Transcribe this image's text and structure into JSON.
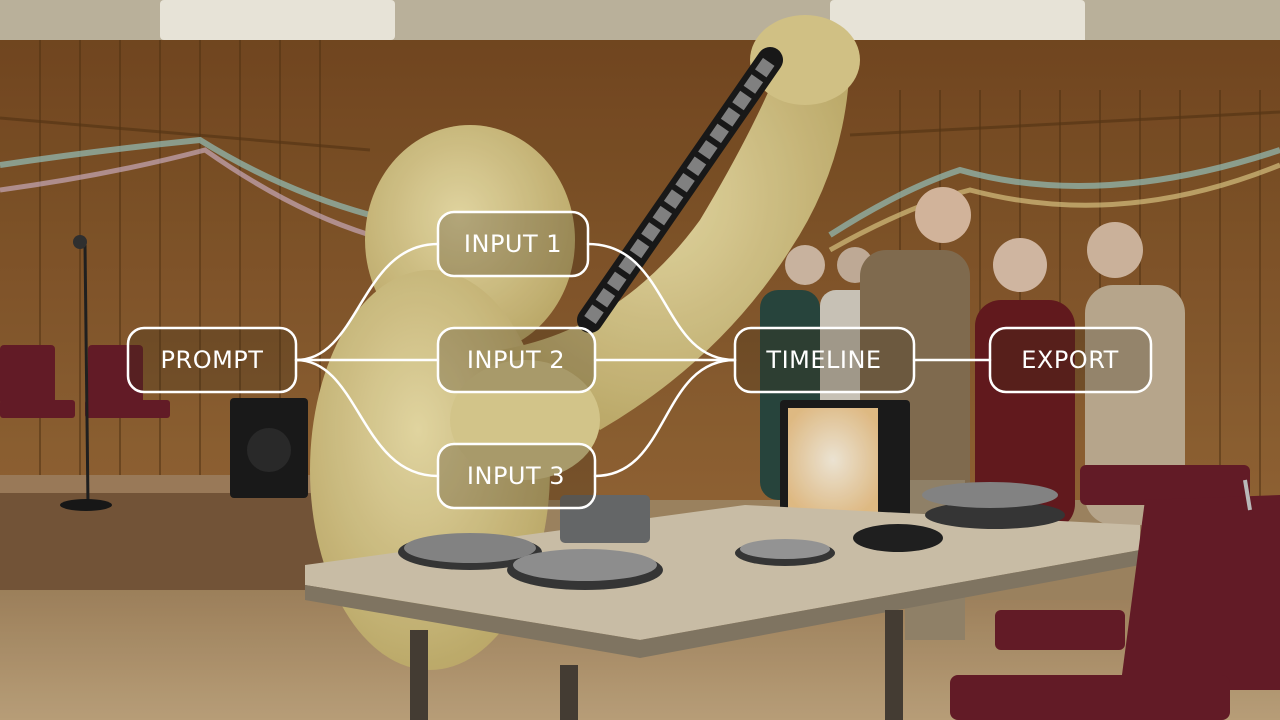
{
  "diagram": {
    "nodes": {
      "prompt": "PROMPT",
      "input1": "INPUT 1",
      "input2": "INPUT 2",
      "input3": "INPUT 3",
      "timeline": "TIMELINE",
      "export": "EXPORT"
    },
    "edges": [
      {
        "from": "prompt",
        "to": "input1"
      },
      {
        "from": "prompt",
        "to": "input2"
      },
      {
        "from": "prompt",
        "to": "input3"
      },
      {
        "from": "input1",
        "to": "timeline"
      },
      {
        "from": "input2",
        "to": "timeline"
      },
      {
        "from": "input3",
        "to": "timeline"
      },
      {
        "from": "timeline",
        "to": "export"
      }
    ],
    "stroke_color": "#ffffff"
  },
  "scene": {
    "wall_color": "#8a5a2e",
    "floor_color": "#b89a72",
    "table_color": "#d9cdb4",
    "costume_color": "#e8d99a",
    "chair_color": "#6b1e2a"
  }
}
